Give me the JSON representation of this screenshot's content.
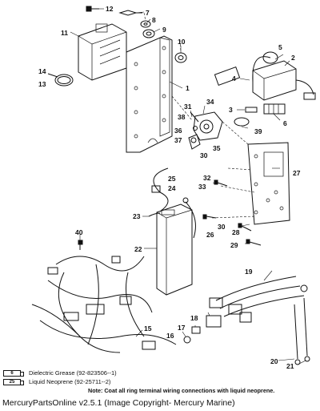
{
  "callouts": {
    "c1": "1",
    "c2": "2",
    "c3": "3",
    "c4": "4",
    "c5": "5",
    "c6": "6",
    "c7": "7",
    "c8": "8",
    "c9": "9",
    "c10": "10",
    "c11": "11",
    "c12": "12",
    "c13": "13",
    "c14": "14",
    "c15": "15",
    "c16": "16",
    "c17": "17",
    "c18": "18",
    "c19": "19",
    "c20": "20",
    "c21": "21",
    "c22": "22",
    "c23": "23",
    "c24": "24",
    "c25": "25",
    "c26": "26",
    "c27": "27",
    "c28": "28",
    "c29": "29",
    "c30a": "30",
    "c30b": "30",
    "c31": "31",
    "c32": "32",
    "c33": "33",
    "c34": "34",
    "c35": "35",
    "c36": "36",
    "c37": "37",
    "c38": "38",
    "c39": "39",
    "c40": "40"
  },
  "legend": [
    {
      "icon_label": "6",
      "text": "Dielectric Grease (92-823506--1)"
    },
    {
      "icon_label": "25",
      "text": "Liquid Neoprene (92-25711--2)"
    }
  ],
  "note": "Note: Coat all ring terminal wiring connections with liquid neoprene.",
  "footer": "MercuryPartsOnline v2.5.1 (Image Copyright- Mercury Marine)"
}
